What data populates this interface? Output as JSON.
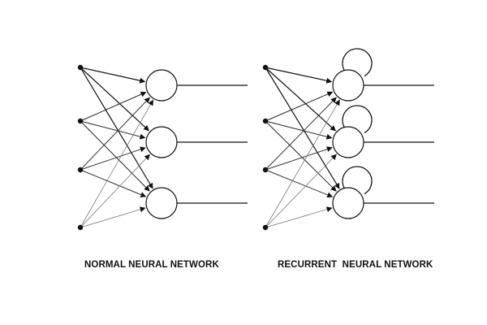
{
  "diagrams": [
    {
      "id": "normal",
      "caption": "NORMAL NEURAL NETWORK",
      "inputs": 4,
      "neurons": 3,
      "recurrent": false
    },
    {
      "id": "recurrent",
      "caption": "RECURRENT  NEURAL NETWORK",
      "inputs": 4,
      "neurons": 3,
      "recurrent": true
    }
  ],
  "colors": {
    "stroke": "#111111",
    "background": "#ffffff"
  }
}
